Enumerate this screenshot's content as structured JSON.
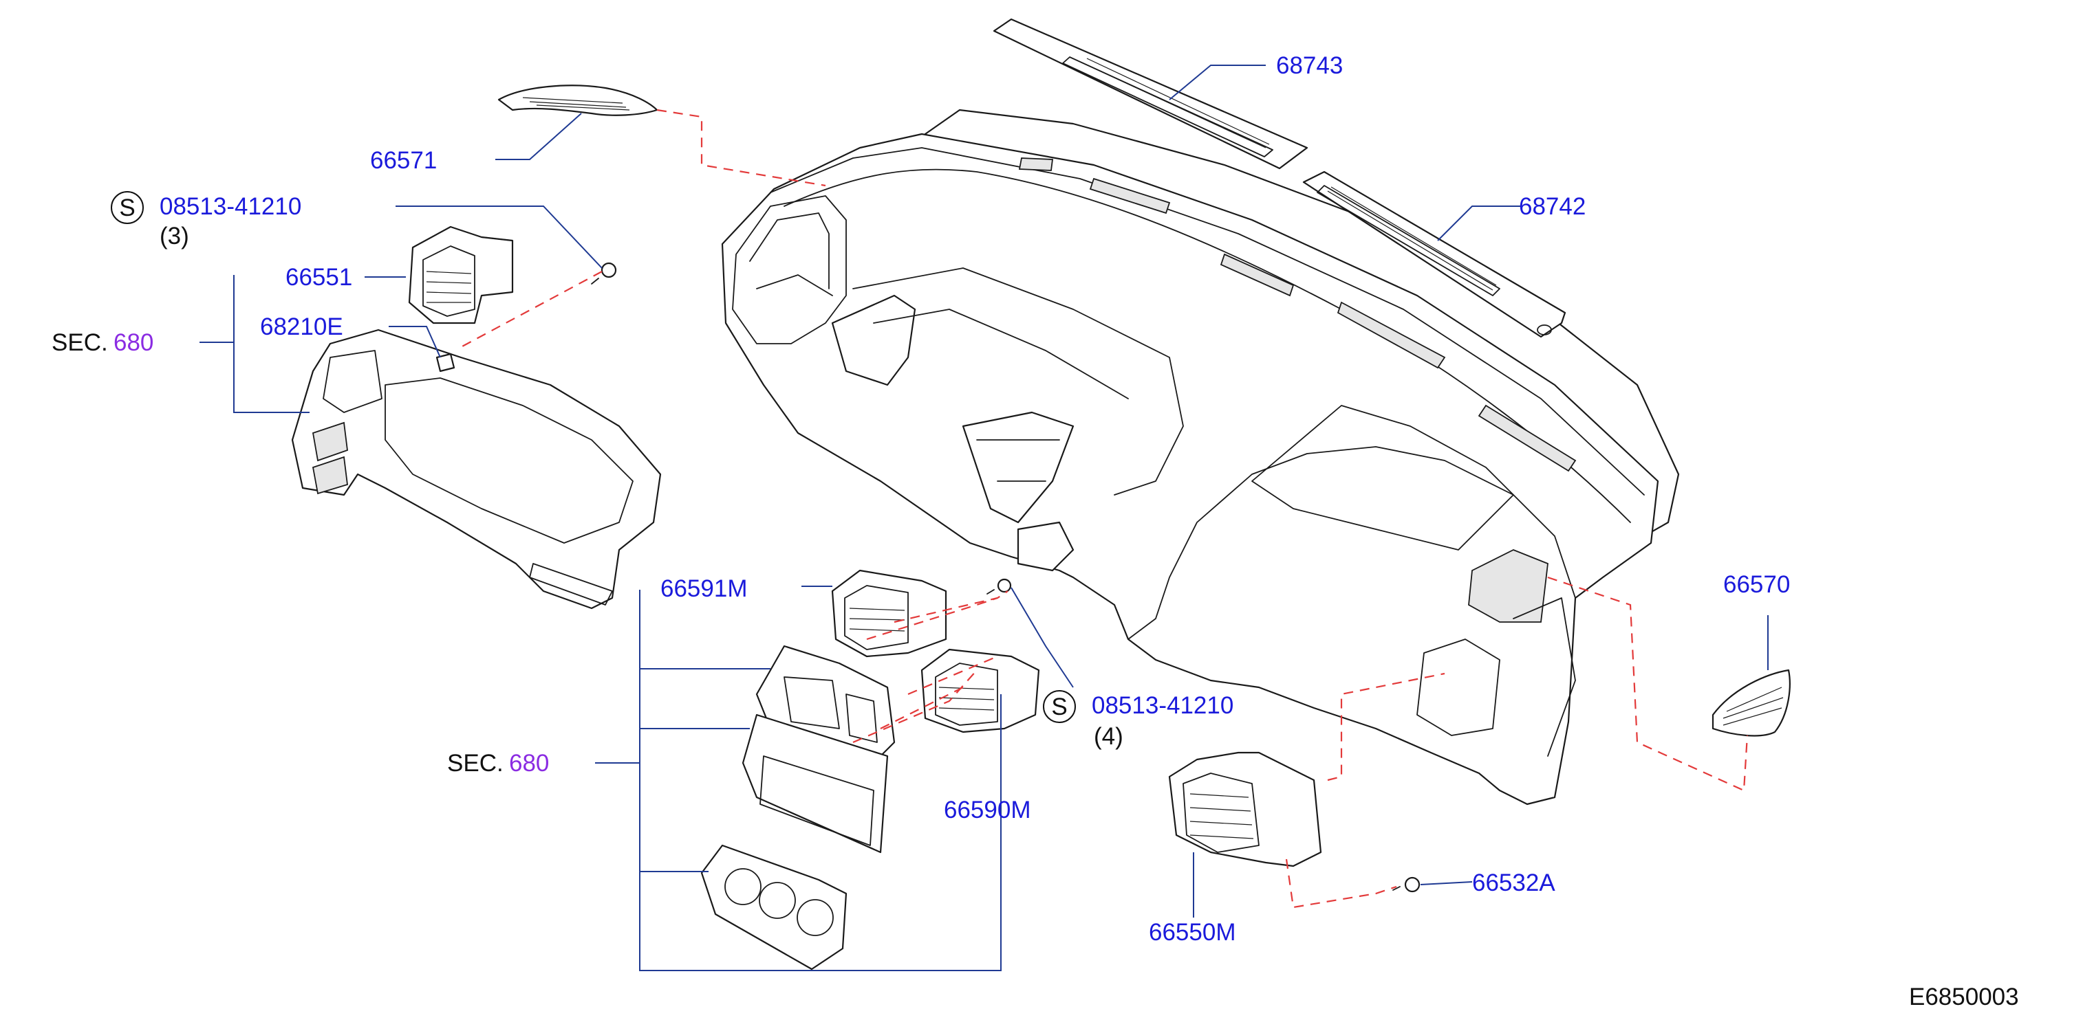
{
  "colors": {
    "part_number": "#1a1adb",
    "section_ref": "#8a2be2",
    "leader": "#1f3a93",
    "dashed_leader": "#e33a3a",
    "line_art": "#1a1a1a"
  },
  "labels": {
    "p68743": "68743",
    "p68742": "68742",
    "p66571": "66571",
    "screw_top": {
      "symbol": "S",
      "part": "08513-41210",
      "qty": "(3)"
    },
    "p66551": "66551",
    "p68210e": "68210E",
    "sec_top": {
      "prefix": "SEC.",
      "ref": "680"
    },
    "p66591m": "66591M",
    "screw_mid": {
      "symbol": "S",
      "part": "08513-41210",
      "qty": "(4)"
    },
    "sec_bottom": {
      "prefix": "SEC.",
      "ref": "680"
    },
    "p66590m": "66590M",
    "p66570": "66570",
    "p66532a": "66532A",
    "p66550m": "66550M",
    "diagram_id": "E6850003"
  }
}
